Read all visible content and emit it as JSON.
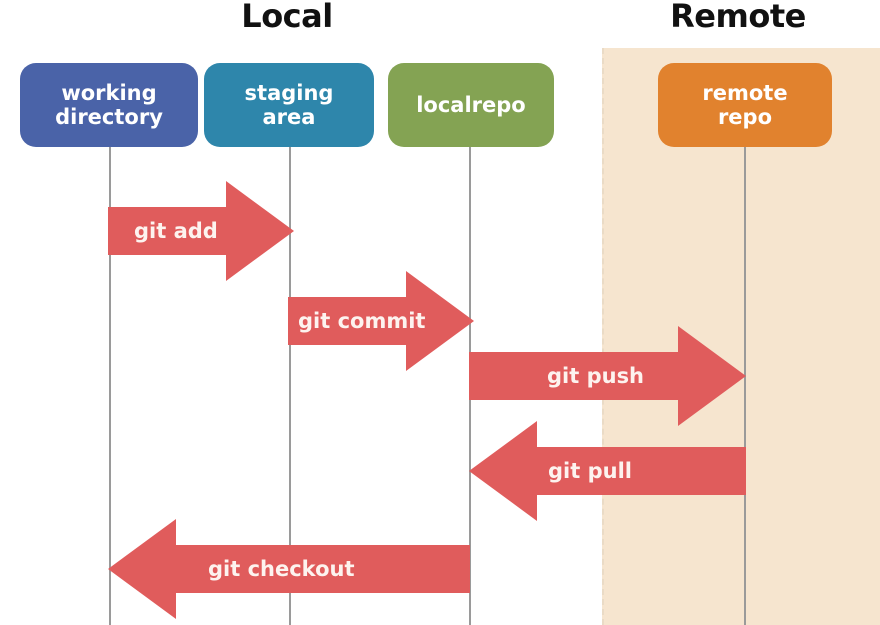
{
  "diagram": {
    "title_local": "Local",
    "title_remote": "Remote",
    "arrow_color": "#e05c5c",
    "remote_band_color": "#f6e5cf",
    "lifeline_color": "#9a9a9a"
  },
  "nodes": [
    {
      "id": "working-directory",
      "label": "working\ndirectory",
      "color": "#4a63a8"
    },
    {
      "id": "staging-area",
      "label": "staging\narea",
      "color": "#2e86ab"
    },
    {
      "id": "localrepo",
      "label": "localrepo",
      "color": "#84a353"
    },
    {
      "id": "remote-repo",
      "label": "remote\nrepo",
      "color": "#e1822e"
    }
  ],
  "arrows": [
    {
      "id": "git-add",
      "label": "git add",
      "direction": "right",
      "from": "working-directory",
      "to": "staging-area"
    },
    {
      "id": "git-commit",
      "label": "git commit",
      "direction": "right",
      "from": "staging-area",
      "to": "localrepo"
    },
    {
      "id": "git-push",
      "label": "git push",
      "direction": "right",
      "from": "localrepo",
      "to": "remote-repo"
    },
    {
      "id": "git-pull",
      "label": "git pull",
      "direction": "left",
      "from": "remote-repo",
      "to": "localrepo"
    },
    {
      "id": "git-checkout",
      "label": "git checkout",
      "direction": "left",
      "from": "localrepo",
      "to": "working-directory"
    }
  ]
}
